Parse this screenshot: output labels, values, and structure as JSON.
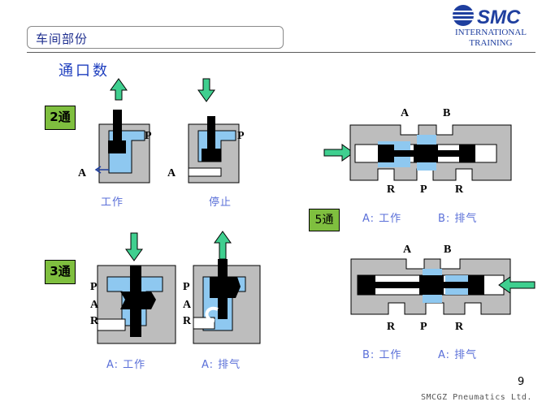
{
  "header": {
    "title": "车间部份",
    "logo_brand": "SMC",
    "logo_line1": "INTERNATIONAL",
    "logo_line2": "TRAINING"
  },
  "section": {
    "title": "通口数"
  },
  "two_way": {
    "tag": "2通",
    "work": {
      "port_p": "P",
      "port_a": "A",
      "caption": "工作"
    },
    "stop": {
      "port_p": "P",
      "port_a": "A",
      "caption": "停止"
    }
  },
  "three_way": {
    "tag": "3通",
    "work": {
      "port_p": "P",
      "port_a": "A",
      "port_r": "R",
      "caption": "A: 工作"
    },
    "exhaust": {
      "port_p": "P",
      "port_a": "A",
      "port_r": "R",
      "caption": "A: 排气"
    }
  },
  "five_way": {
    "tag": "5通",
    "top": {
      "port_a": "A",
      "port_b": "B",
      "port_r1": "R",
      "port_p": "P",
      "port_r2": "R",
      "caption_a": "A: 工作",
      "caption_b": "B: 排气"
    },
    "bottom": {
      "port_a": "A",
      "port_b": "B",
      "port_r1": "R",
      "port_p": "P",
      "port_r2": "R",
      "caption_b": "B: 工作",
      "caption_a": "A: 排气"
    }
  },
  "page": {
    "number": "9"
  },
  "footer": {
    "text": "SMCGZ  Pneumatics  Ltd."
  },
  "colors": {
    "body_gray": "#bdbdbd",
    "air_blue": "#8ec8f0",
    "arrow_green": "#3fcf8f",
    "tag_green": "#7fbf3f",
    "caption_blue": "#5a6fd8"
  }
}
